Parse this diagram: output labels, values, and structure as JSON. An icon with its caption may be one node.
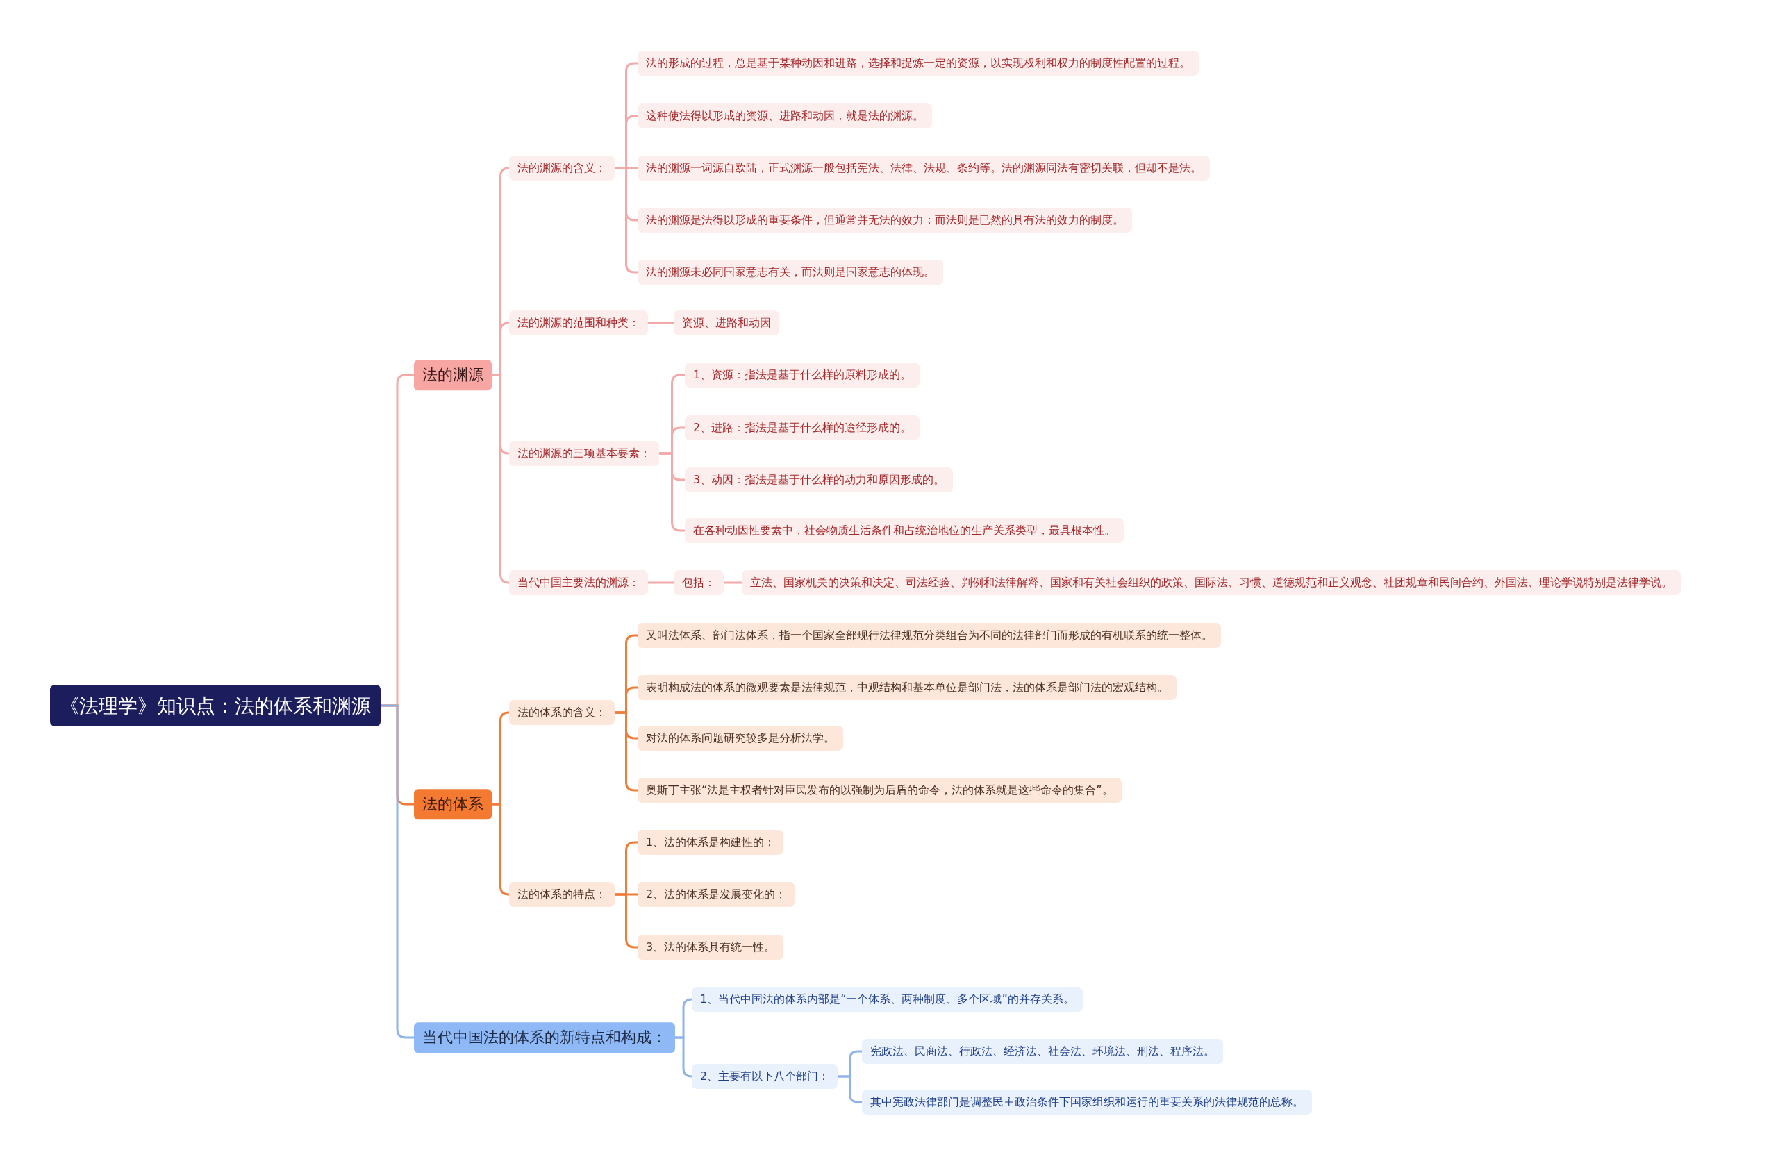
{
  "diagram": {
    "nodes": [
      {
        "text": [
          "《法理学》知识点：法的体系和渊源"
        ]
      },
      {
        "text": [
          "法的渊源"
        ]
      },
      {
        "text": [
          "法的渊源的含义："
        ]
      },
      {
        "text": [
          "法的形成的过程，总是基于某种动因和进路，选择和提炼一定的资源，以实现权利和权力的制度性配置的过程。"
        ]
      },
      {
        "text": [
          "这种使法得以形成的资源、进路和动因，就是法的渊源。"
        ]
      },
      {
        "text": [
          "法的渊源一词源自欧陆，正式渊源一般包括宪法、法律、法规、条约等。法的渊源同法有密切关联，但却不是法。"
        ]
      },
      {
        "text": [
          "法的渊源是法得以形成的重要条件，但通常并无法的效力；而法则是已然的具有法的效力的制度。"
        ]
      },
      {
        "text": [
          "法的渊源未必同国家意志有关，而法则是国家意志的体现。"
        ]
      },
      {
        "text": [
          "法的渊源的范围和种类："
        ]
      },
      {
        "text": [
          "资源、进路和动因"
        ]
      },
      {
        "text": [
          "法的渊源的三项基本要素："
        ]
      },
      {
        "text": [
          "1、资源：指法是基于什么样的原料形成的。"
        ]
      },
      {
        "text": [
          "2、进路：指法是基于什么样的途径形成的。"
        ]
      },
      {
        "text": [
          "3、动因：指法是基于什么样的动力和原因形成的。"
        ]
      },
      {
        "text": [
          "在各种动因性要素中，社会物质生活条件和占统治地位的生产关系类型，最具根本性。"
        ]
      },
      {
        "text": [
          "当代中国主要法的渊源："
        ]
      },
      {
        "text": [
          "包括："
        ]
      },
      {
        "text": [
          "立法、国家机关的决策和决定、司法经验、判例和法律解释、国家和有关社会组织的政策、国际法、习惯、道德规范和正义观念、社团规章和民间合约、外国法、理论学说特别是法律学说。"
        ]
      },
      {
        "text": [
          "法的体系"
        ]
      },
      {
        "text": [
          "法的体系的含义："
        ]
      },
      {
        "text": [
          "又叫法体系、部门法体系，指一个国家全部现行法律规范分类组合为不同的法律部门而形成的有机联系的统一整体。"
        ]
      },
      {
        "text": [
          "表明构成法的体系的微观要素是法律规范，中观结构和基本单位是部门法，法的体系是部门法的宏观结构。"
        ]
      },
      {
        "text": [
          "对法的体系问题研究较多是分析法学。"
        ]
      },
      {
        "text": [
          "奥斯丁主张“法是主权者针对臣民发布的以强制为后盾的命令，法的体系就是这些命令的集合”。"
        ]
      },
      {
        "text": [
          "法的体系的特点："
        ]
      },
      {
        "text": [
          "1、法的体系是构建性的；"
        ]
      },
      {
        "text": [
          "2、法的体系是发展变化的；"
        ]
      },
      {
        "text": [
          "3、法的体系具有统一性。"
        ]
      },
      {
        "text": [
          "当代中国法的体系的新特点和构成："
        ]
      },
      {
        "text": [
          "1、当代中国法的体系内部是“一个体系、两种制度、多个区域”的并存关系。"
        ]
      },
      {
        "text": [
          "2、主要有以下八个部门："
        ]
      },
      {
        "text": [
          "宪政法、民商法、行政法、经济法、社会法、环境法、刑法、程序法。"
        ]
      },
      {
        "text": [
          "其中宪政法律部门是调整民主政治条件下国家组织和运行的重要关系的法律规范的总称。"
        ]
      }
    ],
    "edges": [
      {
        "from": 0,
        "to": 1,
        "arrow": "none"
      },
      {
        "from": 1,
        "to": 2,
        "arrow": "none"
      },
      {
        "from": 2,
        "to": 3,
        "arrow": "none"
      },
      {
        "from": 2,
        "to": 4,
        "arrow": "none"
      },
      {
        "from": 2,
        "to": 5,
        "arrow": "none"
      },
      {
        "from": 2,
        "to": 6,
        "arrow": "none"
      },
      {
        "from": 2,
        "to": 7,
        "arrow": "none"
      },
      {
        "from": 1,
        "to": 8,
        "arrow": "none"
      },
      {
        "from": 8,
        "to": 9,
        "arrow": "none"
      },
      {
        "from": 1,
        "to": 10,
        "arrow": "none"
      },
      {
        "from": 10,
        "to": 11,
        "arrow": "none"
      },
      {
        "from": 10,
        "to": 12,
        "arrow": "none"
      },
      {
        "from": 10,
        "to": 13,
        "arrow": "none"
      },
      {
        "from": 10,
        "to": 14,
        "arrow": "none"
      },
      {
        "from": 1,
        "to": 15,
        "arrow": "none"
      },
      {
        "from": 15,
        "to": 16,
        "arrow": "none"
      },
      {
        "from": 16,
        "to": 17,
        "arrow": "none"
      },
      {
        "from": 0,
        "to": 18,
        "arrow": "none",
        "color": "#ee7d3a"
      },
      {
        "from": 18,
        "to": 19,
        "arrow": "none",
        "color": "#ee7d3a"
      },
      {
        "from": 19,
        "to": 20,
        "arrow": "none",
        "color": "#ee7d3a"
      },
      {
        "from": 19,
        "to": 21,
        "arrow": "none",
        "color": "#ee7d3a"
      },
      {
        "from": 19,
        "to": 22,
        "arrow": "none",
        "color": "#ee7d3a"
      },
      {
        "from": 19,
        "to": 23,
        "arrow": "none",
        "color": "#ee7d3a"
      },
      {
        "from": 18,
        "to": 24,
        "arrow": "none",
        "color": "#ee7d3a"
      },
      {
        "from": 24,
        "to": 25,
        "arrow": "none",
        "color": "#ee7d3a"
      },
      {
        "from": 24,
        "to": 26,
        "arrow": "none",
        "color": "#ee7d3a"
      },
      {
        "from": 24,
        "to": 27,
        "arrow": "none",
        "color": "#ee7d3a"
      },
      {
        "from": 0,
        "to": 28,
        "arrow": "none",
        "color": "#8db3ec"
      },
      {
        "from": 28,
        "to": 29,
        "arrow": "none",
        "color": "#8db3ec"
      },
      {
        "from": 28,
        "to": 30,
        "arrow": "none",
        "color": "#8db3ec"
      },
      {
        "from": 30,
        "to": 31,
        "arrow": "none",
        "color": "#8db3ec"
      },
      {
        "from": 30,
        "to": 32,
        "arrow": "none",
        "color": "#8db3ec"
      }
    ]
  }
}
